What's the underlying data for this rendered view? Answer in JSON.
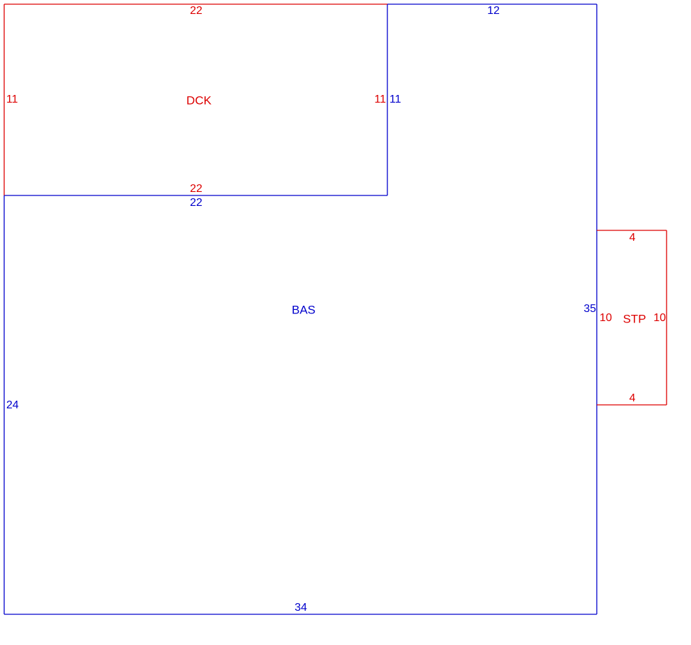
{
  "colors": {
    "bas": "#0000cc",
    "attachment": "#dd0000",
    "background": "#ffffff"
  },
  "areas": {
    "bas": {
      "code": "BAS",
      "dims": {
        "top": "12",
        "dck_side": "11",
        "dck_bottom": "22",
        "left": "24",
        "right": "35",
        "bottom": "34"
      }
    },
    "dck": {
      "code": "DCK",
      "dims": {
        "top": "22",
        "left": "11",
        "right": "11",
        "bottom": "22"
      }
    },
    "stp": {
      "code": "STP",
      "dims": {
        "top": "4",
        "left": "10",
        "right": "10",
        "bottom": "4"
      }
    }
  }
}
